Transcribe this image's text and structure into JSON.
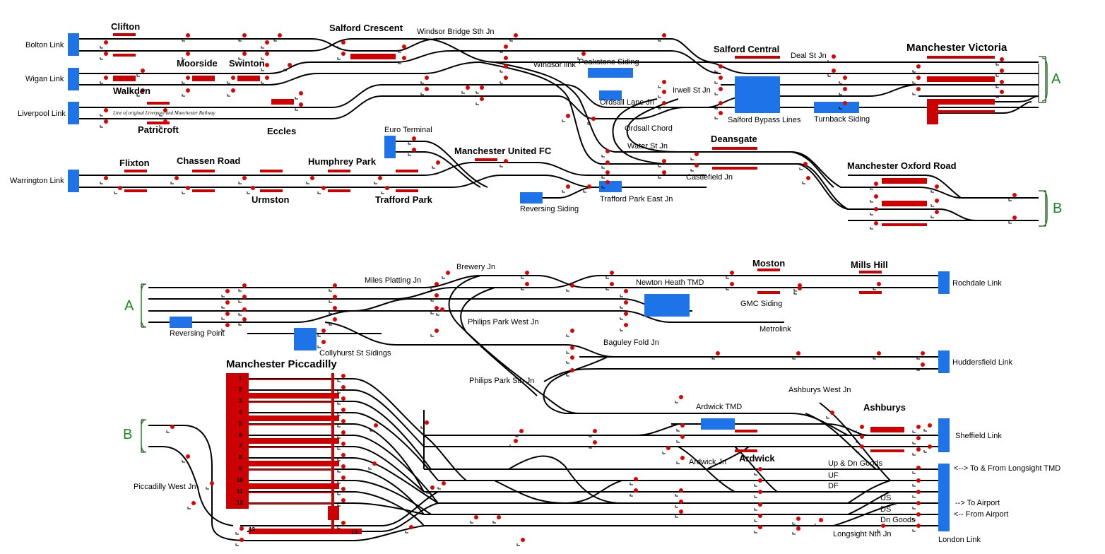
{
  "diagram": {
    "links_left": {
      "bolton": "Bolton Link",
      "wigan": "Wigan Link",
      "liverpool": "Liverpool Link",
      "warrington": "Warrington Link"
    },
    "links_right": {
      "rochdale": "Rochdale Link",
      "huddersfield": "Huddersfield Link",
      "sheffield": "Sheffield Link",
      "london": "London Link"
    },
    "stations": {
      "clifton": "Clifton",
      "walkden": "Walkden",
      "moorside": "Moorside",
      "swinton": "Swinton",
      "patricroft": "Patricroft",
      "eccles": "Eccles",
      "salford_crescent": "Salford Crescent",
      "salford_central": "Salford Central",
      "manchester_victoria": "Manchester Victoria",
      "flixton": "Flixton",
      "chassen_road": "Chassen Road",
      "humphrey_park": "Humphrey Park",
      "urmston": "Urmston",
      "trafford_park": "Trafford Park",
      "man_utd": "Manchester United FC",
      "deansgate": "Deansgate",
      "oxford_road": "Manchester Oxford Road",
      "moston": "Moston",
      "mills_hill": "Mills Hill",
      "piccadilly": "Manchester Piccadilly",
      "ashburys": "Ashburys",
      "ardwick": "Ardwick"
    },
    "places": {
      "windsor_bridge": "Windsor Bridge Sth Jn",
      "windsor_link": "Windsor link",
      "peakstone": "Peakstone Siding",
      "deal_st": "Deal St Jn",
      "irwell_st": "Irwell St Jn",
      "ordsall_lane": "Ordsall Lane Jn",
      "ordsall_chord": "Ordsall Chord",
      "salford_bypass": "Salford Bypass Lines",
      "turnback": "Turnback Siding",
      "water_st": "Water St Jn",
      "castlefield": "Castlefield Jn",
      "euro_terminal": "Euro Terminal",
      "reversing_siding": "Reversing Siding",
      "trafford_park_east": "Trafford Park East Jn",
      "original_line": "Line of original Liverpool and Manchester Railway",
      "miles_platting": "Miles Platting Jn",
      "brewery": "Brewery Jn",
      "newton_heath": "Newton Heath TMD",
      "gmc_siding": "GMC Siding",
      "metrolink": "Metrolink",
      "reversing_point": "Reversing Point",
      "collyhurst": "Collyhurst St Sidings",
      "philips_park_west": "Philips Park West Jn",
      "baguley_fold": "Baguley Fold Jn",
      "philips_park_sth": "Philips Park Sth Jn",
      "ashburys_west": "Ashburys West Jn",
      "ardwick_tmd": "Ardwick TMD",
      "ardwick_jn": "Ardwick Jn",
      "piccadilly_west": "Piccadilly West Jn",
      "up_dn_goods": "Up & Dn Goods",
      "uf": "UF",
      "df": "DF",
      "us": "US",
      "ds": "DS",
      "dn_goods": "Dn Goods",
      "longsight_nth": "Longsight Nth Jn",
      "longsight_tmd": "<--> To & From Longsight TMD",
      "to_airport": "--> To Airport",
      "from_airport": "<-- From Airport"
    },
    "connectors": {
      "a_top": "A",
      "b_top": "B",
      "a_bottom": "A",
      "b_bottom": "B"
    },
    "platforms": [
      "1",
      "2",
      "3",
      "4",
      "5",
      "6",
      "7",
      "8",
      "9",
      "10",
      "11",
      "12",
      "13",
      "14"
    ],
    "colors": {
      "track": "#000000",
      "signal": "#e00000",
      "platform": "#cc0000",
      "siding": "#1e73e8",
      "connector": "#1a8a1a"
    }
  }
}
